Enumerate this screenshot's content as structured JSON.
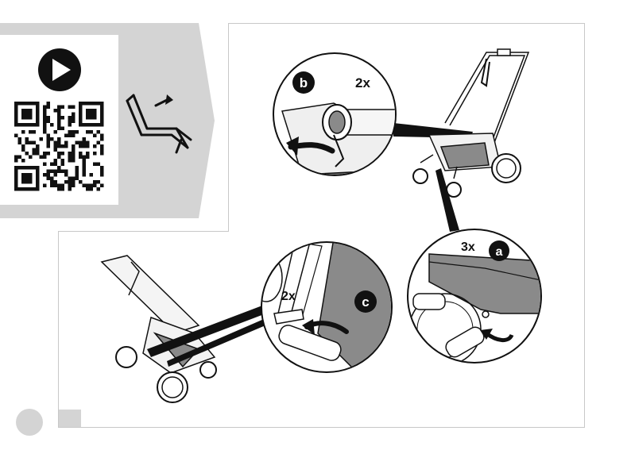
{
  "colors": {
    "band": "#d4d4d4",
    "ink": "#111111",
    "frame": "#c8c8c8",
    "page_circle": "#d4d4d4",
    "seat_fill": "#8a8a8a"
  },
  "icons": {
    "video": "play-icon",
    "qr": "qr-code-icon",
    "seat": "seat-recline-icon"
  },
  "callouts": {
    "b": {
      "letter": "b",
      "count": "2x"
    },
    "a": {
      "letter": "a",
      "count": "3x"
    },
    "c": {
      "letter": "c",
      "count": "2x"
    }
  }
}
